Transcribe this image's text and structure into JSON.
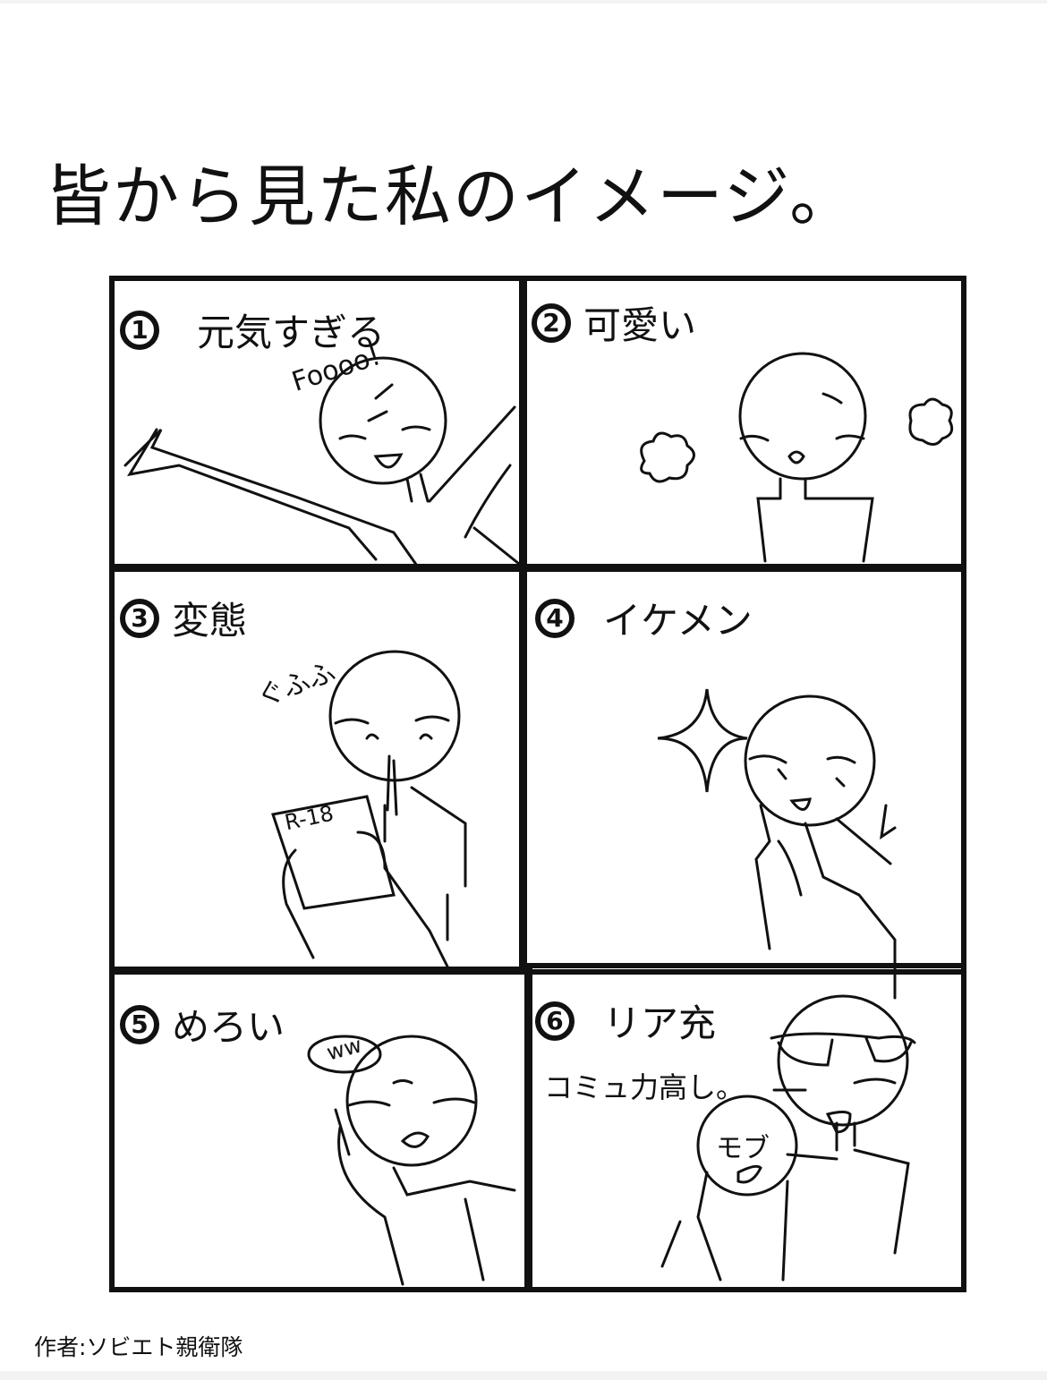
{
  "title": "皆から見た私のイメージ。",
  "panels": [
    {
      "number": "1",
      "label": "元気すぎる",
      "handwritten": [
        "Foooo!"
      ]
    },
    {
      "number": "2",
      "label": "可愛い",
      "handwritten": []
    },
    {
      "number": "3",
      "label": "変態",
      "handwritten": [
        "ぐふふ",
        "R-18"
      ]
    },
    {
      "number": "4",
      "label": "イケメン",
      "handwritten": []
    },
    {
      "number": "5",
      "label": "めろい",
      "handwritten": [
        "ww"
      ]
    },
    {
      "number": "6",
      "label": "リア充",
      "handwritten": [
        "コミュ力高し。",
        "モブ"
      ]
    }
  ],
  "credit": "作者:ソビエト親衛隊"
}
